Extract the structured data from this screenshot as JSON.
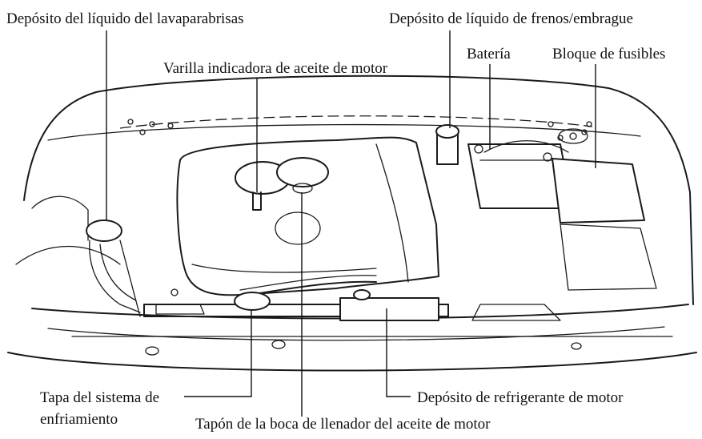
{
  "labels": {
    "washer_reservoir": "Depósito del líquido del lavaparabrisas",
    "brake_clutch_reservoir": "Depósito de líquido de frenos/embrague",
    "oil_dipstick": "Varilla indicadora de aceite de motor",
    "battery": "Batería",
    "fuse_block": "Bloque de fusibles",
    "cooling_cap_line1": "Tapa del sistema de",
    "cooling_cap_line2": "enfriamiento",
    "coolant_reservoir": "Depósito de refrigerante de motor",
    "oil_filler_cap": "Tapón de la boca de llenador del aceite de motor"
  }
}
